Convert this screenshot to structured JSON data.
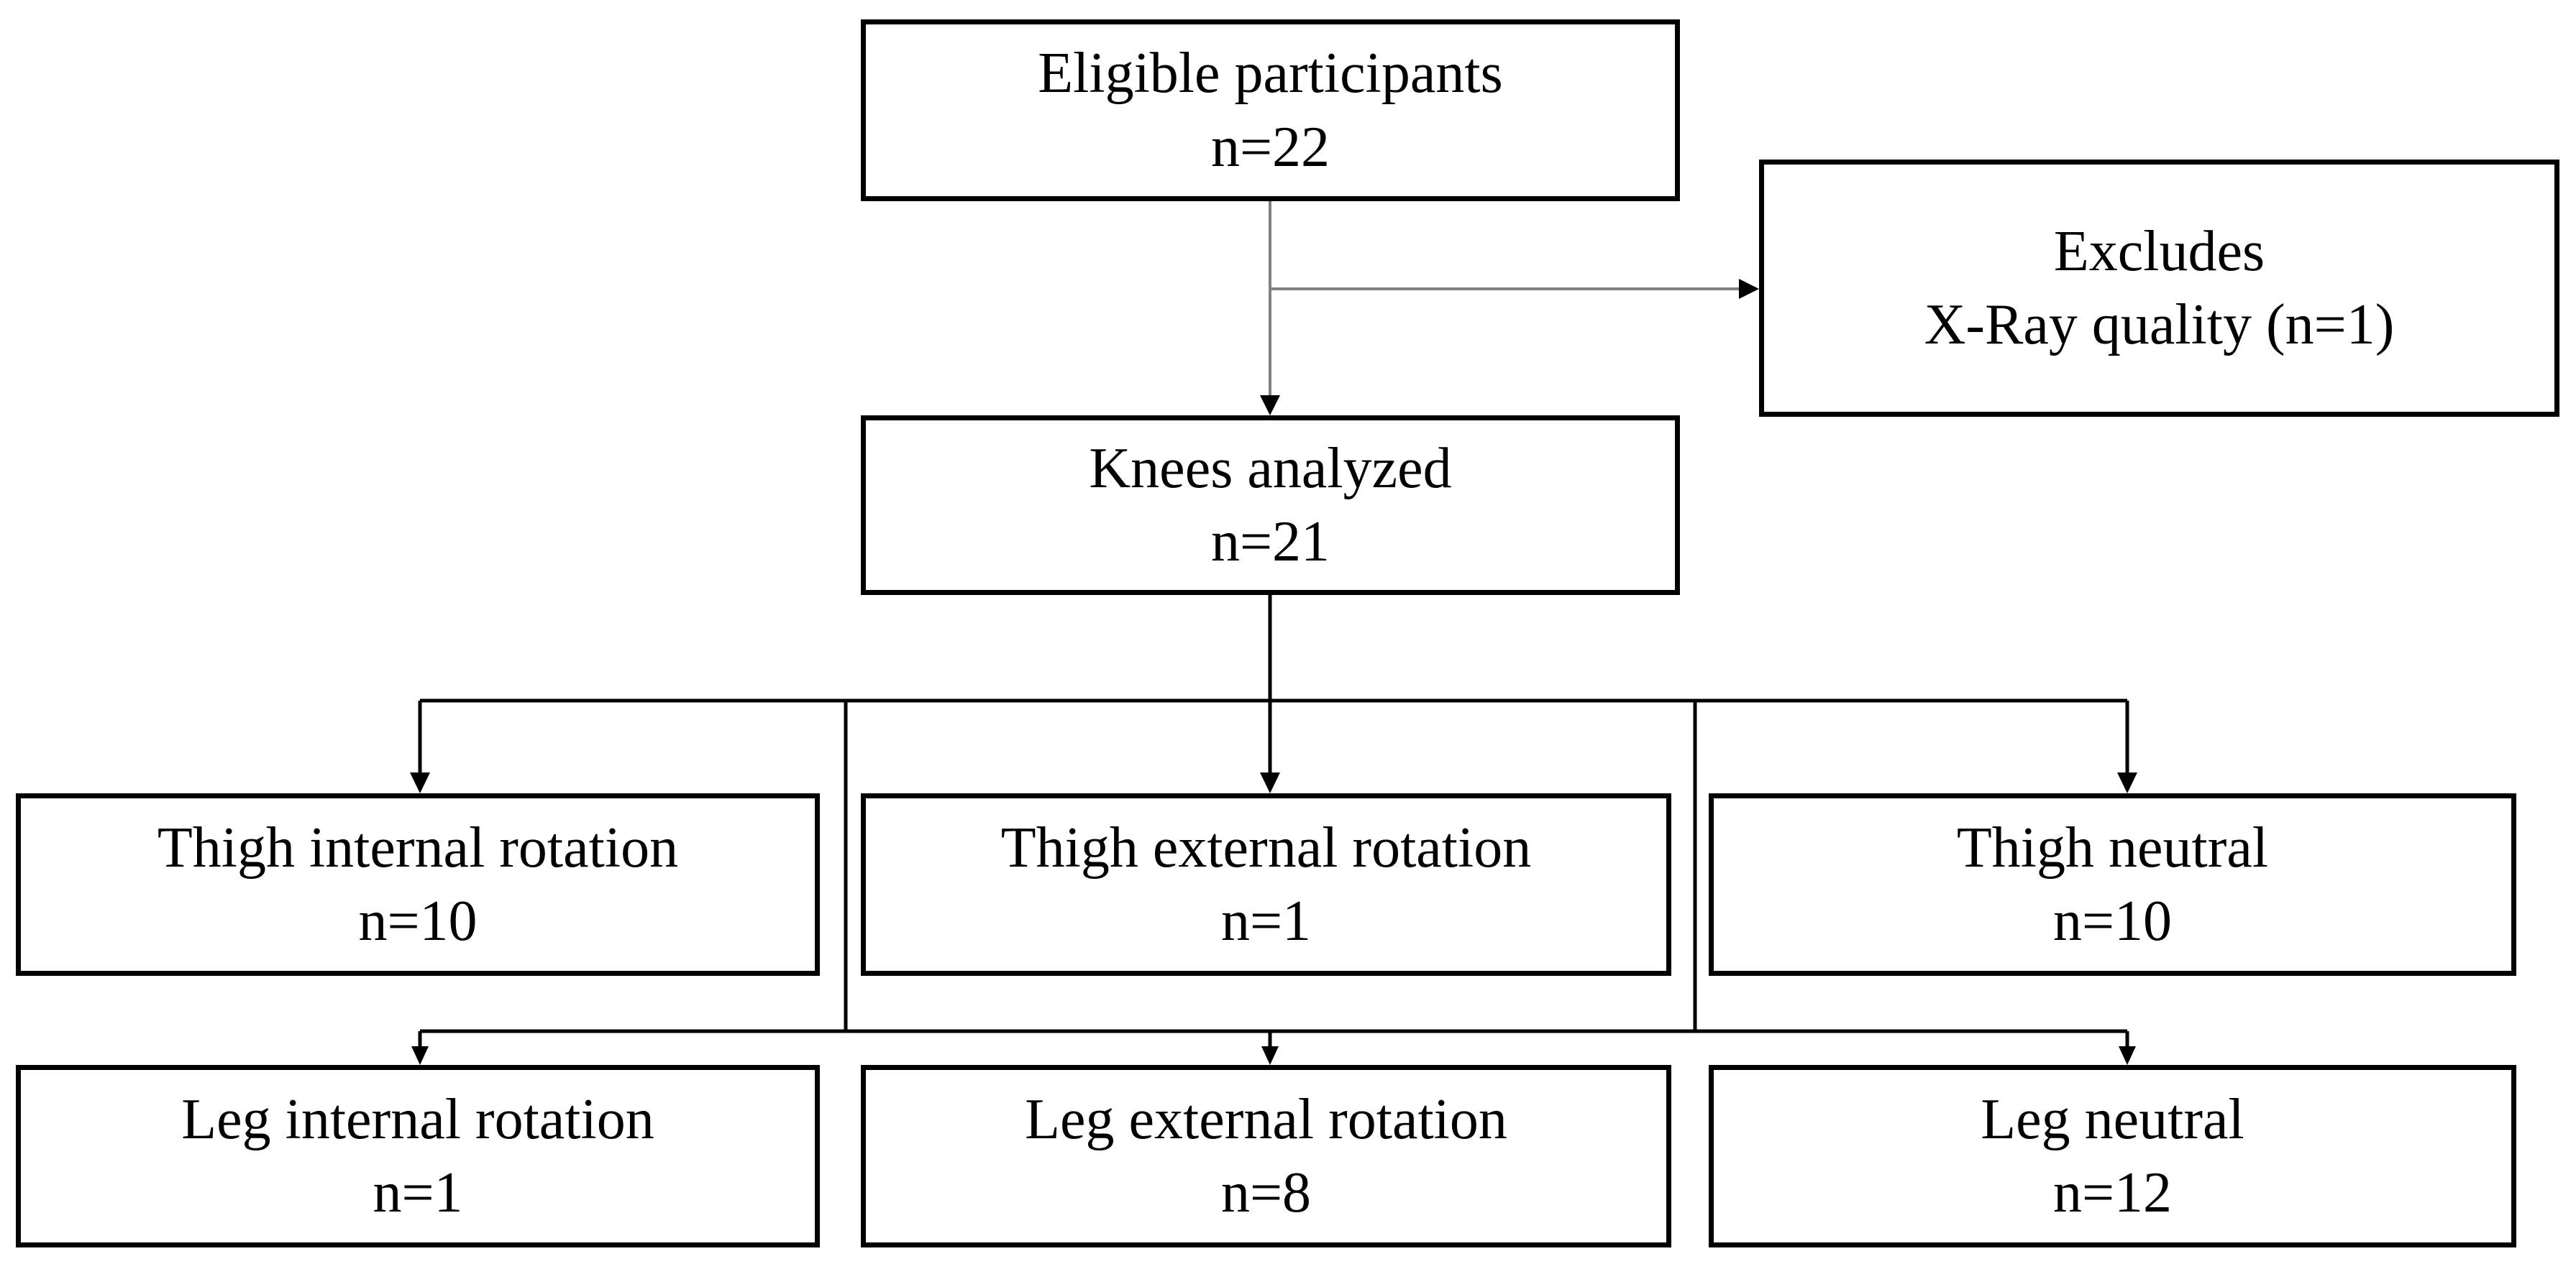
{
  "eligible": {
    "title": "Eligible participants",
    "count": "n=22"
  },
  "excludes": {
    "title": "Excludes",
    "reason": "X-Ray quality (n=1)"
  },
  "analyzed": {
    "title": "Knees analyzed",
    "count": "n=21"
  },
  "thigh": [
    {
      "title": "Thigh internal rotation",
      "count": "n=10"
    },
    {
      "title": "Thigh external rotation",
      "count": "n=1"
    },
    {
      "title": "Thigh neutral",
      "count": "n=10"
    }
  ],
  "leg": [
    {
      "title": "Leg internal rotation",
      "count": "n=1"
    },
    {
      "title": "Leg external rotation",
      "count": "n=8"
    },
    {
      "title": "Leg neutral",
      "count": "n=12"
    }
  ],
  "colors": {
    "line": "#000000",
    "light_line": "#808080",
    "background": "#ffffff"
  }
}
